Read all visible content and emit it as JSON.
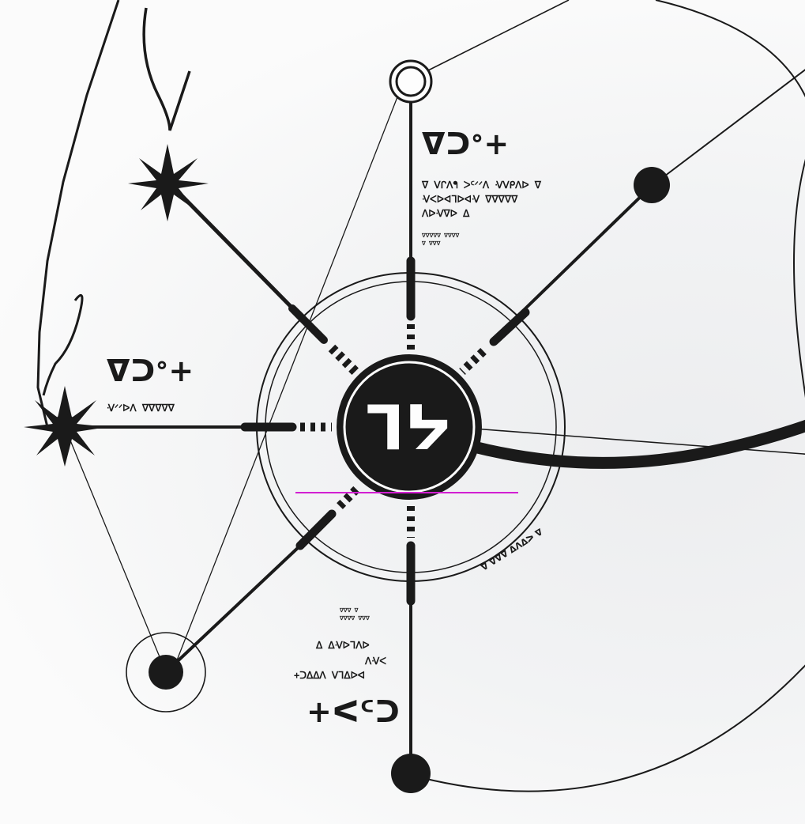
{
  "diagram": {
    "center_glyph": "ᒣᔭ",
    "labels": {
      "top": {
        "title": "ᐁᑐᐤ+",
        "lines": [
          "ᐁ ᐯᒋᐱᖳ ᐳᑦᐟᐟᐱ ᐺᐯᑭᐱᐅ ᐁ",
          "ᐺᐸᐅᐊᒣᐅᐊᐺ ᐁᐁᐁᐁᐁ",
          "ᐱᐅᐺᐁᐅ ᐃ"
        ],
        "small": [
          "ᐁᐁᐁᐁᐁ ᐁᐁᐁᐁ",
          "ᐁ ᐁᐁᐁ"
        ]
      },
      "left": {
        "title": "ᐁᑐᐤ+",
        "lines": [
          "ᐺᐟᐟᐅᐱ ᐁᐁᐁᐁᐁ"
        ]
      },
      "bottom": {
        "title": "+ᐸᑦᑐ",
        "lines": [
          "ᐃ ᐃᐺᐅᒣᐱᐅ",
          "ᐱᐺᐸ",
          "+ᑐᐃᐃᐱ ᐯᒣᐃᐅᐊ"
        ],
        "small": [
          "ᐁᐁᐁ ᐁ",
          "ᐁᐁᐁᐁ ᐁᐁᐁ"
        ]
      },
      "ring": "ᐁ ᐁᐁᐁ ᐃᐱᐃᐳ ᐁ"
    },
    "colors": {
      "ink": "#1a1a1a",
      "highlight": "#d21fd2",
      "paper": "#fdfdfd"
    }
  }
}
